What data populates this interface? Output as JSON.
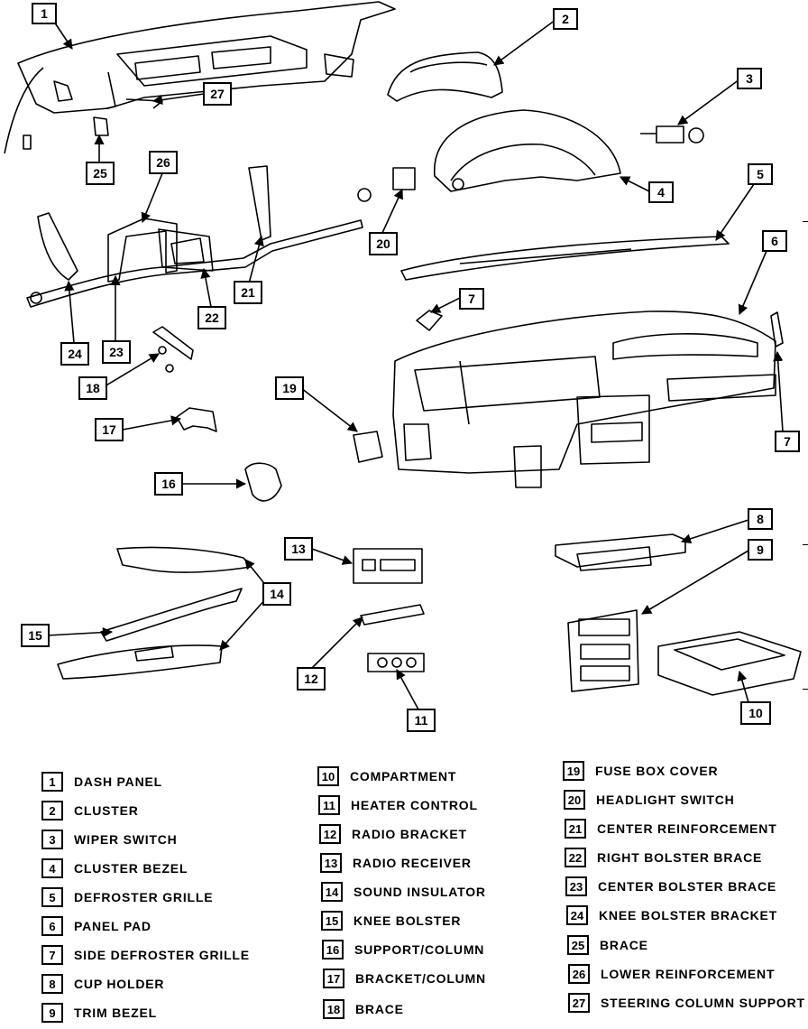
{
  "callouts": [
    "1",
    "2",
    "3",
    "4",
    "5",
    "6",
    "7",
    "8",
    "9",
    "10",
    "11",
    "12",
    "13",
    "14",
    "15",
    "16",
    "17",
    "18",
    "19",
    "20",
    "21",
    "22",
    "23",
    "24",
    "25",
    "26",
    "27"
  ],
  "legend": [
    {
      "num": "1",
      "label": "DASH PANEL"
    },
    {
      "num": "2",
      "label": "CLUSTER"
    },
    {
      "num": "3",
      "label": "WIPER SWITCH"
    },
    {
      "num": "4",
      "label": "CLUSTER BEZEL"
    },
    {
      "num": "5",
      "label": "DEFROSTER GRILLE"
    },
    {
      "num": "6",
      "label": "PANEL PAD"
    },
    {
      "num": "7",
      "label": "SIDE DEFROSTER GRILLE"
    },
    {
      "num": "8",
      "label": "CUP HOLDER"
    },
    {
      "num": "9",
      "label": "TRIM BEZEL"
    },
    {
      "num": "10",
      "label": "COMPARTMENT"
    },
    {
      "num": "11",
      "label": "HEATER CONTROL"
    },
    {
      "num": "12",
      "label": "RADIO BRACKET"
    },
    {
      "num": "13",
      "label": "RADIO RECEIVER"
    },
    {
      "num": "14",
      "label": "SOUND INSULATOR"
    },
    {
      "num": "15",
      "label": "KNEE BOLSTER"
    },
    {
      "num": "16",
      "label": "SUPPORT/COLUMN"
    },
    {
      "num": "17",
      "label": "BRACKET/COLUMN"
    },
    {
      "num": "18",
      "label": "BRACE"
    },
    {
      "num": "19",
      "label": "FUSE BOX COVER"
    },
    {
      "num": "20",
      "label": "HEADLIGHT SWITCH"
    },
    {
      "num": "21",
      "label": "CENTER REINFORCEMENT"
    },
    {
      "num": "22",
      "label": "RIGHT BOLSTER BRACE"
    },
    {
      "num": "23",
      "label": "CENTER BOLSTER BRACE"
    },
    {
      "num": "24",
      "label": "KNEE BOLSTER BRACKET"
    },
    {
      "num": "25",
      "label": "BRACE"
    },
    {
      "num": "26",
      "label": "LOWER REINFORCEMENT"
    },
    {
      "num": "27",
      "label": "STEERING COLUMN SUPPORT"
    }
  ]
}
